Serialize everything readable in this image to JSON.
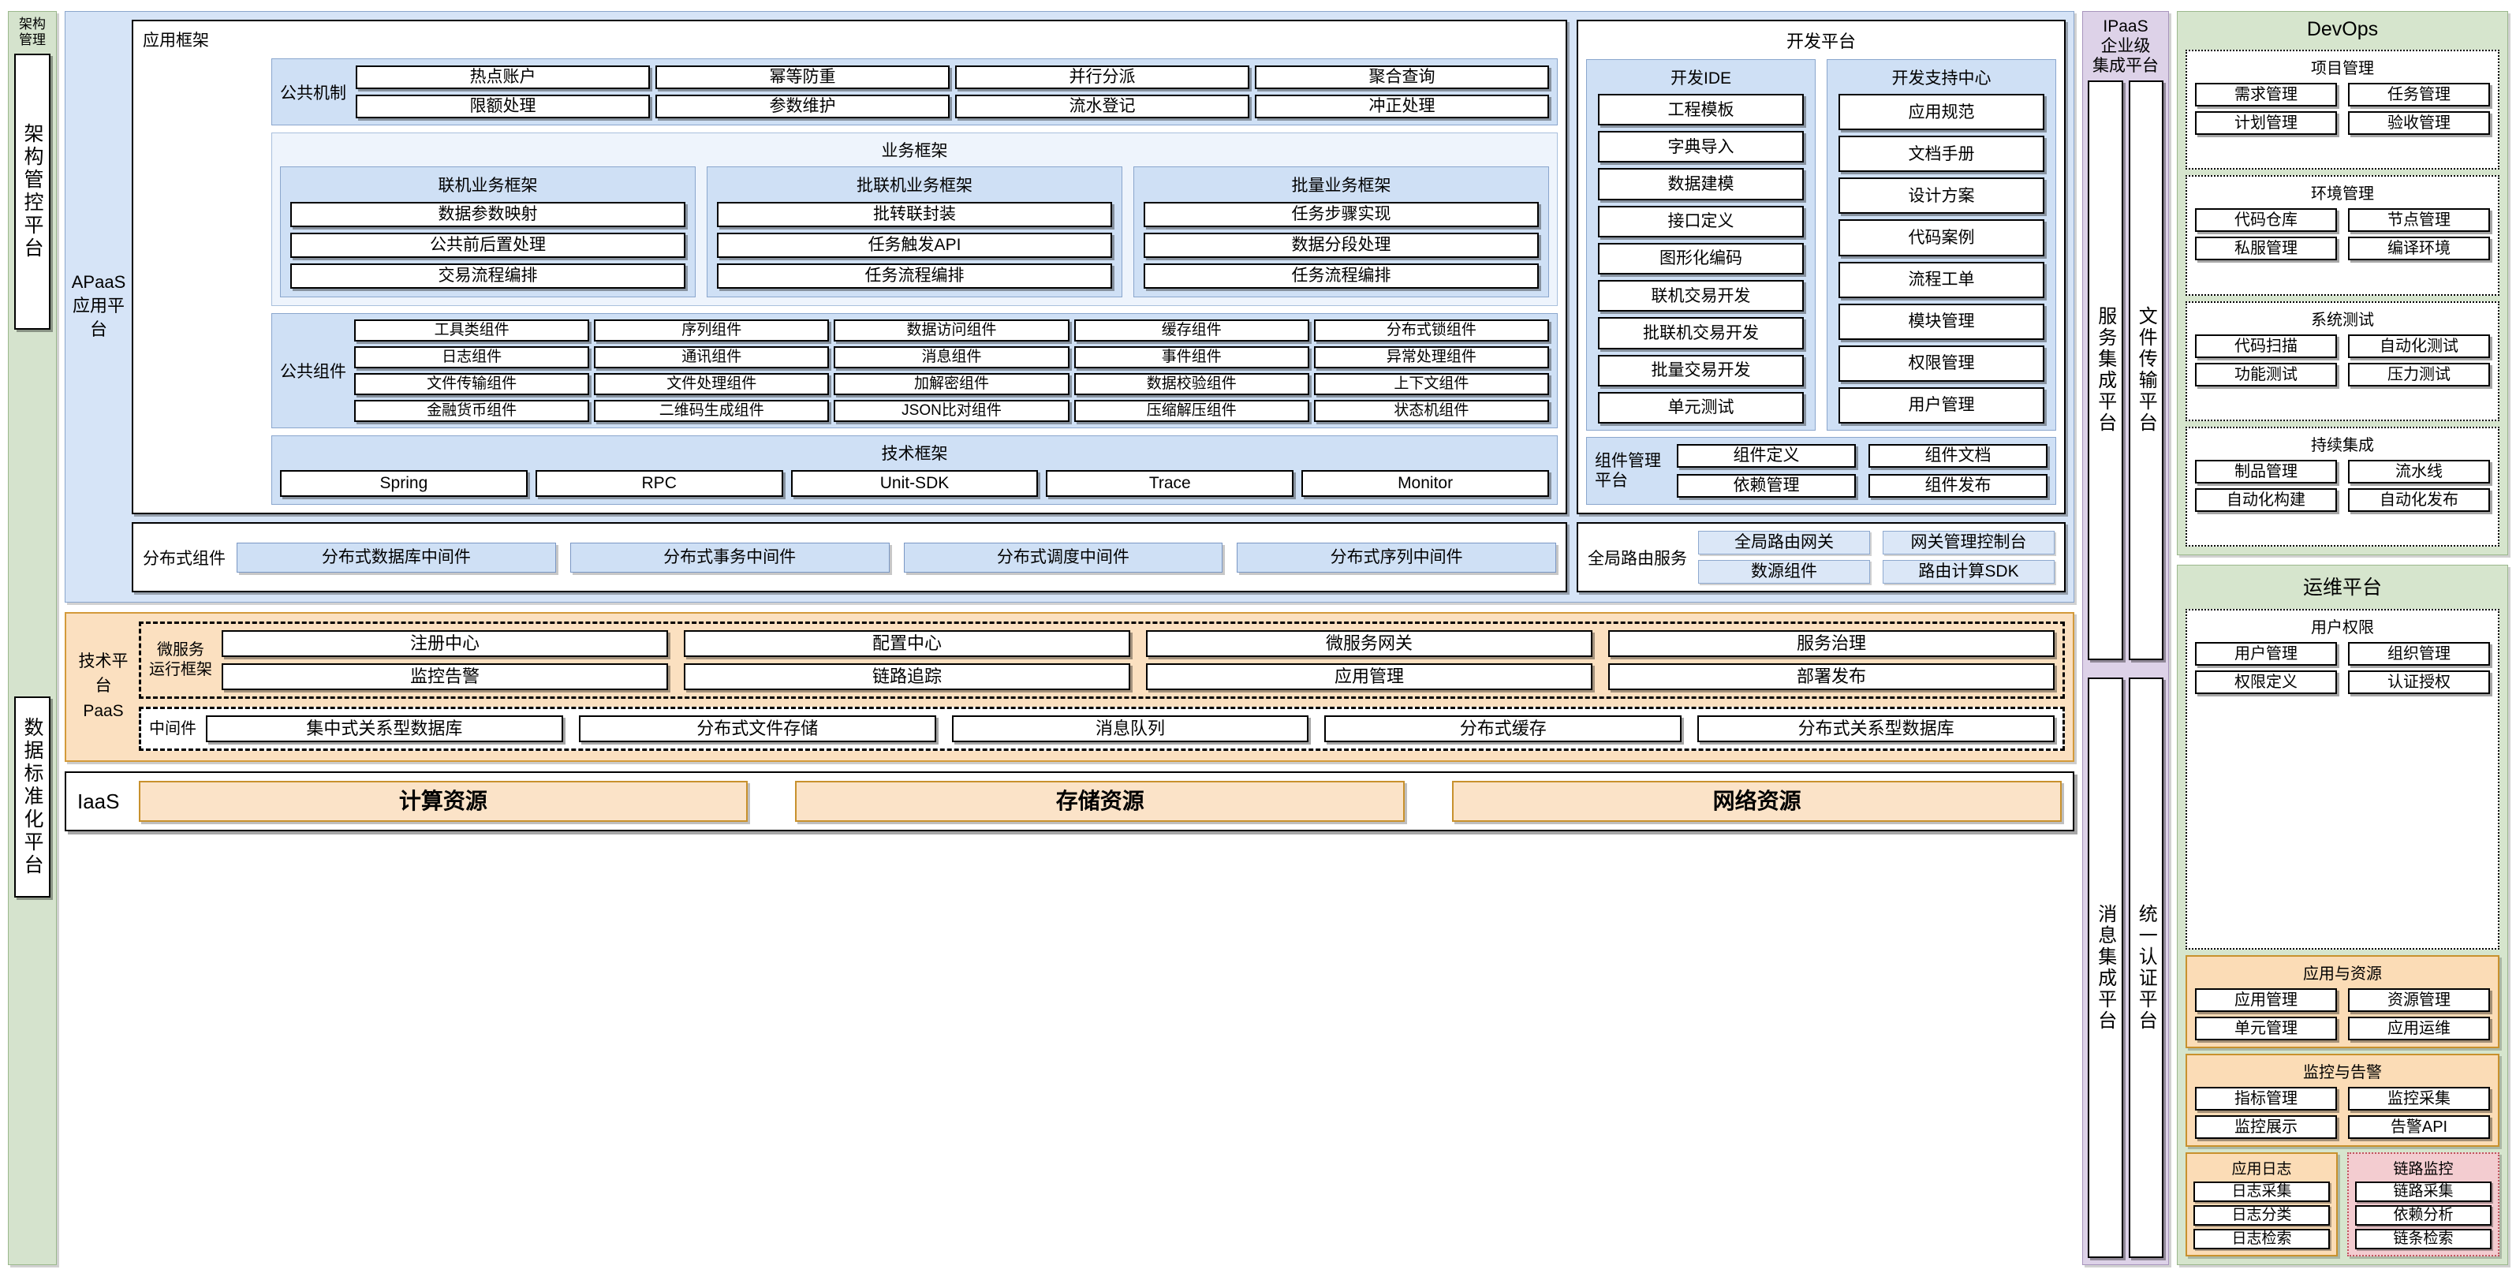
{
  "left_rail": {
    "title": "架构管理",
    "boxes": [
      "架构管控平台",
      "数据标准化平台"
    ]
  },
  "apaas": {
    "label_en": "APaaS",
    "label_cn": "应用平台",
    "app_framework": {
      "title": "应用框架",
      "common_mechanism": {
        "label": "公共机制",
        "items": [
          "热点账户",
          "幂等防重",
          "并行分派",
          "聚合查询",
          "限额处理",
          "参数维护",
          "流水登记",
          "冲正处理"
        ]
      },
      "business_framework": {
        "title": "业务框架",
        "columns": [
          {
            "title": "联机业务框架",
            "items": [
              "数据参数映射",
              "公共前后置处理",
              "交易流程编排"
            ]
          },
          {
            "title": "批联机业务框架",
            "items": [
              "批转联封装",
              "任务触发API",
              "任务流程编排"
            ]
          },
          {
            "title": "批量业务框架",
            "items": [
              "任务步骤实现",
              "数据分段处理",
              "任务流程编排"
            ]
          }
        ]
      },
      "common_components": {
        "label": "公共组件",
        "items": [
          "工具类组件",
          "序列组件",
          "数据访问组件",
          "缓存组件",
          "分布式锁组件",
          "日志组件",
          "通讯组件",
          "消息组件",
          "事件组件",
          "异常处理组件",
          "文件传输组件",
          "文件处理组件",
          "加解密组件",
          "数据校验组件",
          "上下文组件",
          "金融货币组件",
          "二维码生成组件",
          "JSON比对组件",
          "压缩解压组件",
          "状态机组件"
        ]
      },
      "tech_framework": {
        "title": "技术框架",
        "items": [
          "Spring",
          "RPC",
          "Unit-SDK",
          "Trace",
          "Monitor"
        ]
      }
    },
    "dev_platform": {
      "title": "开发平台",
      "columns": [
        {
          "title": "开发IDE",
          "items": [
            "工程模板",
            "字典导入",
            "数据建模",
            "接口定义",
            "图形化编码",
            "联机交易开发",
            "批联机交易开发",
            "批量交易开发",
            "单元测试"
          ]
        },
        {
          "title": "开发支持中心",
          "items": [
            "应用规范",
            "文档手册",
            "设计方案",
            "代码案例",
            "流程工单",
            "模块管理",
            "权限管理",
            "用户管理"
          ]
        }
      ],
      "component_mgmt": {
        "label": "组件管理平台",
        "items": [
          "组件定义",
          "组件文档",
          "依赖管理",
          "组件发布"
        ]
      }
    },
    "distributed": {
      "label": "分布式组件",
      "items": [
        "分布式数据库中间件",
        "分布式事务中间件",
        "分布式调度中间件",
        "分布式序列中间件"
      ]
    },
    "global_route": {
      "label": "全局路由服务",
      "items": [
        "全局路由网关",
        "网关管理控制台",
        "数源组件",
        "路由计算SDK"
      ]
    }
  },
  "paas": {
    "label_cn": "技术平台",
    "label_en": "PaaS",
    "microservice": {
      "label": "微服务\n运行框架",
      "label_line1": "微服务",
      "label_line2": "运行框架",
      "items": [
        "注册中心",
        "配置中心",
        "微服务网关",
        "服务治理",
        "监控告警",
        "链路追踪",
        "应用管理",
        "部署发布"
      ]
    },
    "middleware": {
      "label": "中间件",
      "items": [
        "集中式关系型数据库",
        "分布式文件存储",
        "消息队列",
        "分布式缓存",
        "分布式关系型数据库"
      ]
    }
  },
  "iaas": {
    "label": "IaaS",
    "items": [
      "计算资源",
      "存储资源",
      "网络资源"
    ]
  },
  "ipaas": {
    "title_line1": "IPaaS",
    "title_line2": "企业级",
    "title_line3": "集成平台",
    "top_boxes": [
      "服务集成平台",
      "文件传输平台"
    ],
    "bottom_boxes": [
      "消息集成平台",
      "统一认证平台"
    ]
  },
  "devops": {
    "title": "DevOps",
    "sections": [
      {
        "title": "项目管理",
        "items": [
          "需求管理",
          "任务管理",
          "计划管理",
          "验收管理"
        ]
      },
      {
        "title": "环境管理",
        "items": [
          "代码仓库",
          "节点管理",
          "私服管理",
          "编译环境"
        ]
      },
      {
        "title": "系统测试",
        "items": [
          "代码扫描",
          "自动化测试",
          "功能测试",
          "压力测试"
        ]
      },
      {
        "title": "持续集成",
        "items": [
          "制品管理",
          "流水线",
          "自动化构建",
          "自动化发布"
        ]
      }
    ]
  },
  "ops": {
    "title": "运维平台",
    "user_perm": {
      "title": "用户权限",
      "items": [
        "用户管理",
        "组织管理",
        "权限定义",
        "认证授权"
      ]
    },
    "app_res": {
      "title": "应用与资源",
      "items": [
        "应用管理",
        "资源管理",
        "单元管理",
        "应用运维"
      ]
    },
    "monitor": {
      "title": "监控与告警",
      "items": [
        "指标管理",
        "监控采集",
        "监控展示",
        "告警API"
      ]
    },
    "app_log": {
      "title": "应用日志",
      "items": [
        "日志采集",
        "日志分类",
        "日志检索"
      ]
    },
    "link_monitor": {
      "title": "链路监控",
      "items": [
        "链路采集",
        "依赖分析",
        "链条检索"
      ]
    }
  },
  "colors": {
    "blue_panel": "#d6e4f7",
    "blue_band": "#cfe0f5",
    "orange_panel": "#fbe0c0",
    "green_panel": "#d6e5cd",
    "purple_panel": "#ddd2e8",
    "pink_panel": "#f3ccd0"
  }
}
